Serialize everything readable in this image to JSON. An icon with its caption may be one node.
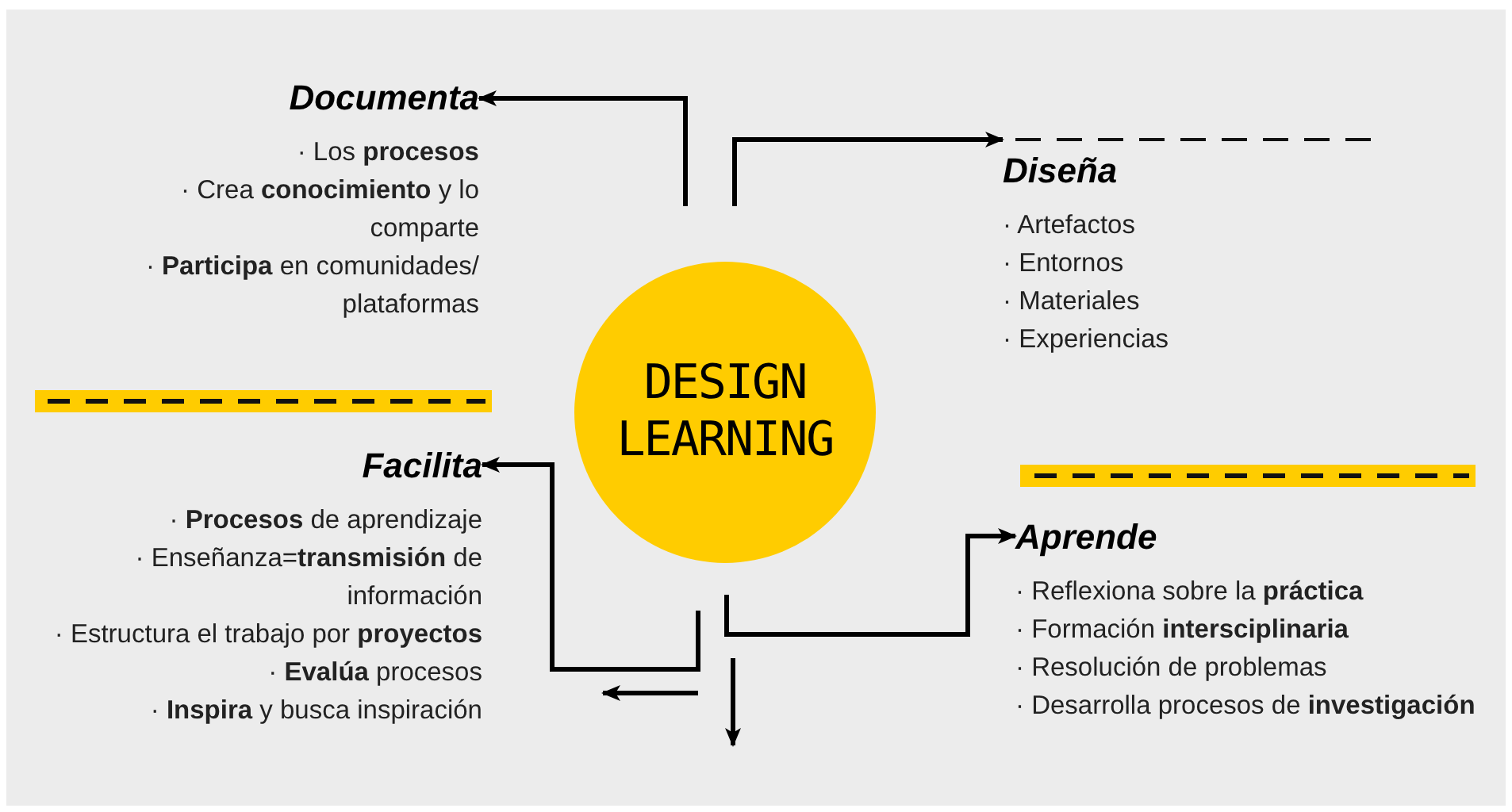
{
  "diagram": {
    "nodes": [
      {
        "text": [
          "DESIGN LEARNING"
        ]
      },
      {
        "text": [
          "Documenta",
          "· Los **procesos**",
          "· Crea **conocimiento** y lo comparte",
          "· **Participa** en comunidades/ plataformas"
        ]
      },
      {
        "text": [
          "Diseña",
          "· Artefactos",
          "· Entornos",
          "· Materiales",
          "· Experiencias"
        ]
      },
      {
        "text": [
          "Facilita",
          "· **Procesos** de aprendizaje",
          "· Enseñanza=**transmisión** de información",
          "· Estructura el trabajo por **proyectos**",
          "· **Evalúa** procesos",
          "· **Inspira** y busca inspiración"
        ]
      },
      {
        "text": [
          "Aprende",
          "· Reflexiona sobre la **práctica**",
          "· Formación **intersciplinaria**",
          "· Resolución de problemas",
          "· Desarrolla procesos de **investigación**"
        ]
      }
    ],
    "edges": [
      {
        "from": null,
        "to": 1,
        "arrow": "to"
      },
      {
        "from": null,
        "to": 2,
        "arrow": "to"
      },
      {
        "from": null,
        "to": 3,
        "arrow": "to"
      },
      {
        "from": null,
        "to": 4,
        "arrow": "to"
      }
    ]
  }
}
